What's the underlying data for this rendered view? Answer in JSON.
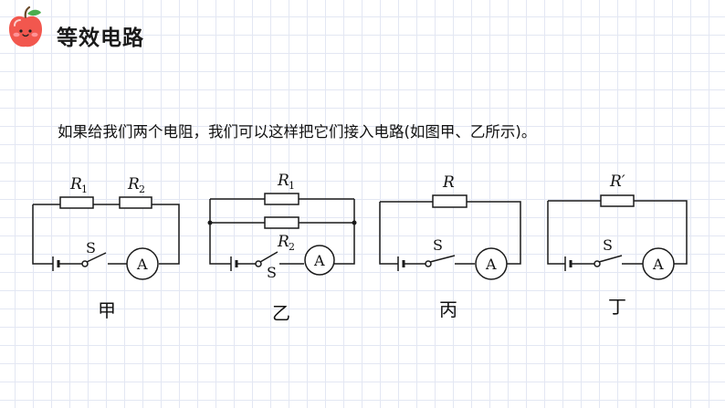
{
  "header": {
    "title": "等效电路",
    "logo_icon": "apple-icon"
  },
  "intro_text": "如果给我们两个电阻，我们可以这样把它们接入电路(如图甲、乙所示)。",
  "circuits": [
    {
      "caption": "甲",
      "resistor_labels": [
        "R",
        "R"
      ],
      "subscripts": [
        "1",
        "2"
      ],
      "switch_label": "S",
      "ammeter_label": "A"
    },
    {
      "caption": "乙",
      "resistor_labels": [
        "R",
        "R"
      ],
      "subscripts": [
        "1",
        "2"
      ],
      "switch_label": "S",
      "ammeter_label": "A"
    },
    {
      "caption": "丙",
      "resistor_label": "R",
      "switch_label": "S",
      "ammeter_label": "A"
    },
    {
      "caption": "丁",
      "resistor_label": "R′",
      "switch_label": "S",
      "ammeter_label": "A"
    }
  ]
}
